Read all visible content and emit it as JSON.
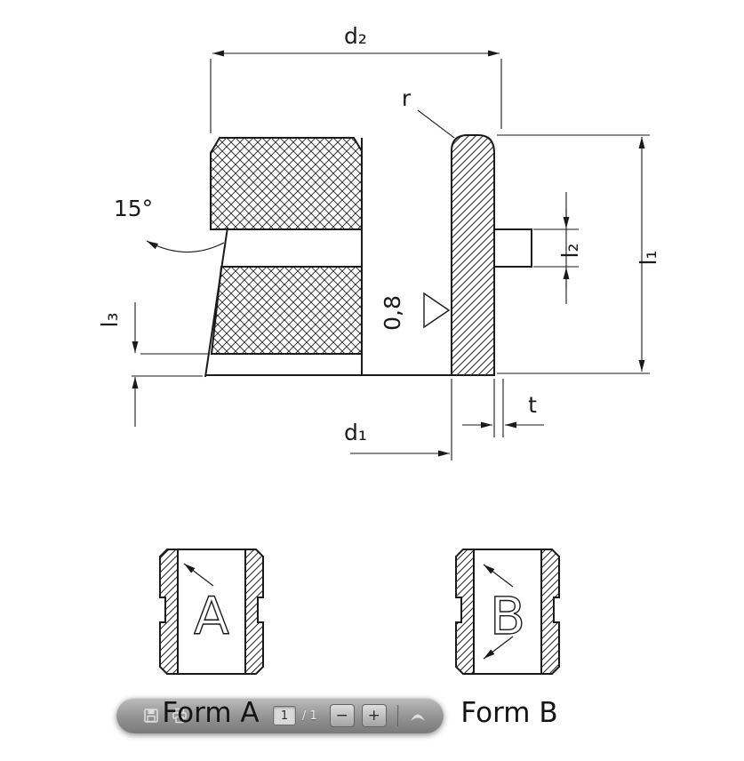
{
  "drawing": {
    "dimension_labels": {
      "d2": "d₂",
      "d1": "d₁",
      "l1": "l₁",
      "l2": "l₂",
      "l3": "l₃",
      "t": "t",
      "r": "r",
      "angle": "15°",
      "roughness": "0,8"
    },
    "form_a": {
      "letter": "A",
      "caption": "Form A"
    },
    "form_b": {
      "letter": "B",
      "caption": "Form B"
    }
  },
  "toolbar": {
    "icon_names": [
      "save-icon",
      "print-icon",
      "zoom-out-icon",
      "zoom-in-icon",
      "acrobat-icon"
    ],
    "page_current": "1",
    "page_suffix": "/ 1",
    "zoom_out_label": "−",
    "zoom_in_label": "+"
  },
  "colors": {
    "line": "#1a1a1a",
    "background": "#ffffff",
    "toolbar_top": "#bababa",
    "toolbar_bottom": "#747474"
  }
}
